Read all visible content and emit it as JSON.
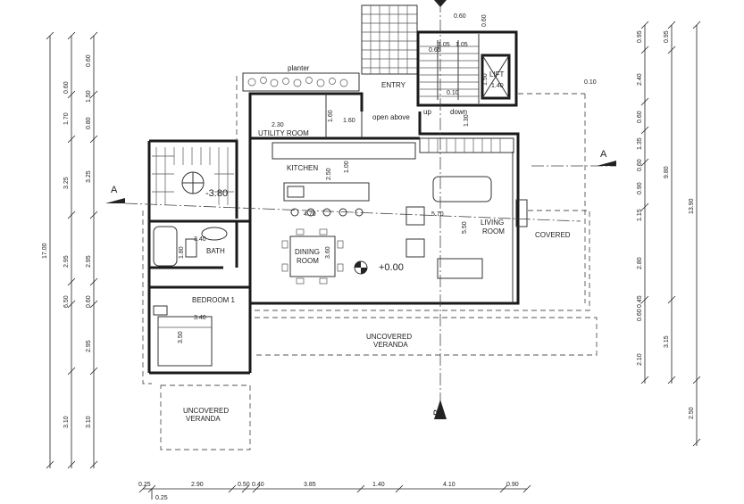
{
  "rooms": {
    "planter": "planter",
    "entry": "ENTRY",
    "open_above": "open above",
    "up": "up",
    "down": "down",
    "lift": "LIFT",
    "utility": "UTILITY ROOM",
    "kitchen": "KITCHEN",
    "living": "LIVING",
    "living2": "ROOM",
    "dining": "DINING",
    "dining2": "ROOM",
    "covered": "COVERED",
    "bath": "BATH",
    "bedroom": "BEDROOM 1",
    "uncovered": "UNCOVERED",
    "veranda": "VERANDA",
    "uncovered2": "UNCOVERED",
    "veranda2": "VERANDA"
  },
  "levels": {
    "lower": "-3.80",
    "main": "+0.00"
  },
  "sections": {
    "a": "A",
    "b": "B"
  },
  "interior_dims": {
    "d060": "0.60",
    "d105a": "1.05",
    "d105b": "1.05",
    "d065": "0.65",
    "d150": "1.50",
    "d140": "1.40",
    "d010": "0.10",
    "d130": "1.30",
    "d230": "2.30",
    "d160a": "1.60",
    "d160b": "1.60",
    "d250": "2.50",
    "d100": "1.00",
    "d470": "4.70",
    "d570": "5.70",
    "d550": "5.50",
    "d360": "3.60",
    "d340a": "3.40",
    "d180": "1.80",
    "d340b": "3.40",
    "d350": "3.50",
    "d010b": "0.10"
  },
  "top_dims": {
    "d060": "0.60",
    "d060v": "0.60"
  },
  "left_outer": {
    "total": "17.00",
    "a": "6.50",
    "b": "3.10"
  },
  "left_inner": [
    "0.60",
    "1.70",
    "3.25",
    "2.95",
    "0.60",
    "2.95",
    "3.10"
  ],
  "left_inner2": [
    "1.50",
    "0.80",
    "3.25"
  ],
  "right_inner": [
    "0.95",
    "2.40",
    "0.60",
    "1.35",
    "0.60",
    "0.90",
    "1.15",
    "2.80",
    "0.60",
    "0.45",
    "2.10"
  ],
  "right_mid": [
    "0.95",
    "9.80",
    "3.15"
  ],
  "right_outer": [
    "13.90",
    "2.50"
  ],
  "bottom": [
    "0.25",
    "2.90",
    "0.50",
    "0.40",
    "3.85",
    "1.40",
    "4.10",
    "0.90",
    "0.25"
  ]
}
